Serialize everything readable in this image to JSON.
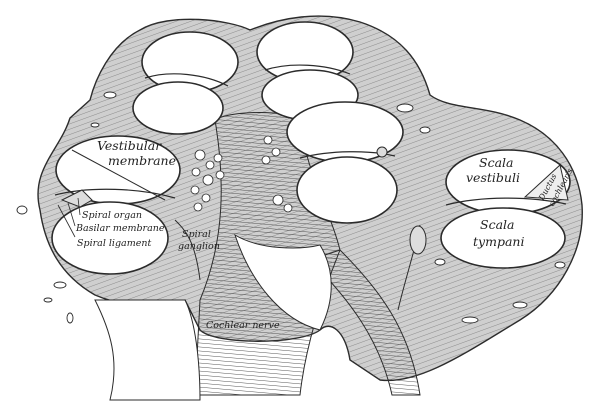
{
  "labels": {
    "vestibular": "Vestibular",
    "membrane": "membrane",
    "spiral_organ": "Spiral organ",
    "basilar_membrane": "Basilar membrane",
    "spiral_ligament": "Spiral ligament",
    "spiral": "Spiral",
    "ganglion": "ganglion",
    "cochlear_nerve": "Cochlear nerve",
    "scala": "Scala",
    "vestibuli": "vestibuli",
    "scala_2": "Scala",
    "tympani": "tympani",
    "ductus": "Ductus",
    "cochlearis": "cochlearis"
  },
  "colors": {
    "ink": "#2b2b2b",
    "bone": "#c9c9c9",
    "paper": "#ffffff"
  }
}
